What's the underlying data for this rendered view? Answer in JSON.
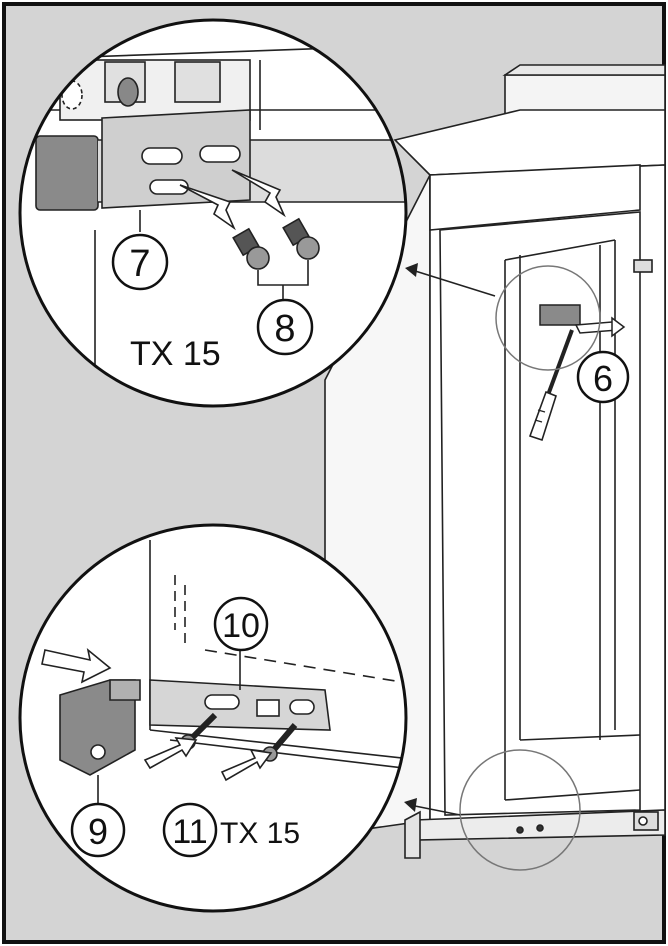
{
  "figure": {
    "callouts": {
      "c6": "6",
      "c7": "7",
      "c8": "8",
      "c9": "9",
      "c10": "10",
      "c11": "11"
    },
    "tool_labels": {
      "upper": "TX 15",
      "lower": "TX 15"
    }
  },
  "colors": {
    "frame": "#111111",
    "background": "#d4d4d4",
    "appliance": "#ffffff",
    "shadow": "#cfcfcf",
    "detail_fill": "#8a8a8a"
  }
}
